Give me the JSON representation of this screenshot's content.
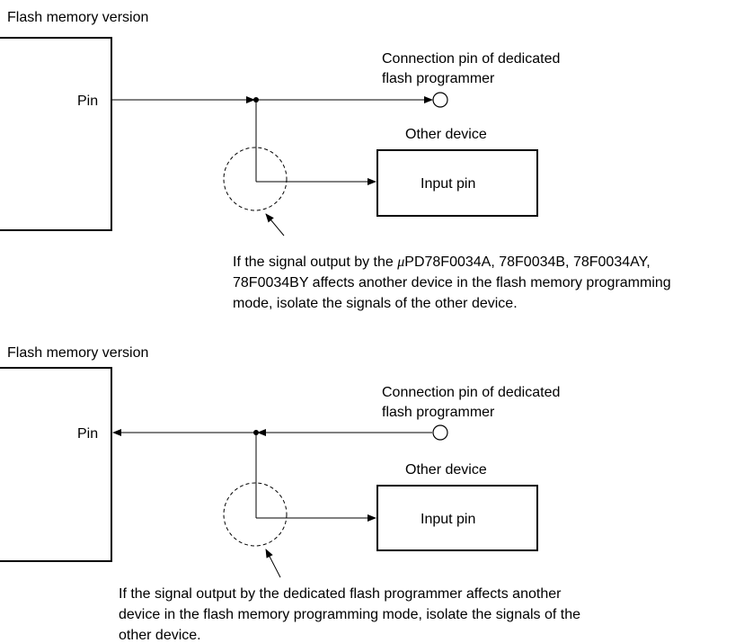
{
  "diagram1": {
    "title": "Flash memory version",
    "pin_label": "Pin",
    "connection_label_line1": "Connection pin of dedicated",
    "connection_label_line2": "flash programmer",
    "other_device_label": "Other device",
    "input_pin_label": "Input pin",
    "note_line1_prefix": "If the signal output by the ",
    "note_line1_mu": "μ",
    "note_line1_suffix": "PD78F0034A, 78F0034B, 78F0034AY,",
    "note_line2": "78F0034BY affects another device in the flash memory programming",
    "note_line3": "mode, isolate the signals of the other device."
  },
  "diagram2": {
    "title": "Flash memory version",
    "pin_label": "Pin",
    "connection_label_line1": "Connection pin of dedicated",
    "connection_label_line2": "flash programmer",
    "other_device_label": "Other device",
    "input_pin_label": "Input pin",
    "note_line1": "If the signal output by the dedicated flash programmer affects another",
    "note_line2": "device in the flash memory programming mode, isolate the signals of the",
    "note_line3": "other device."
  }
}
